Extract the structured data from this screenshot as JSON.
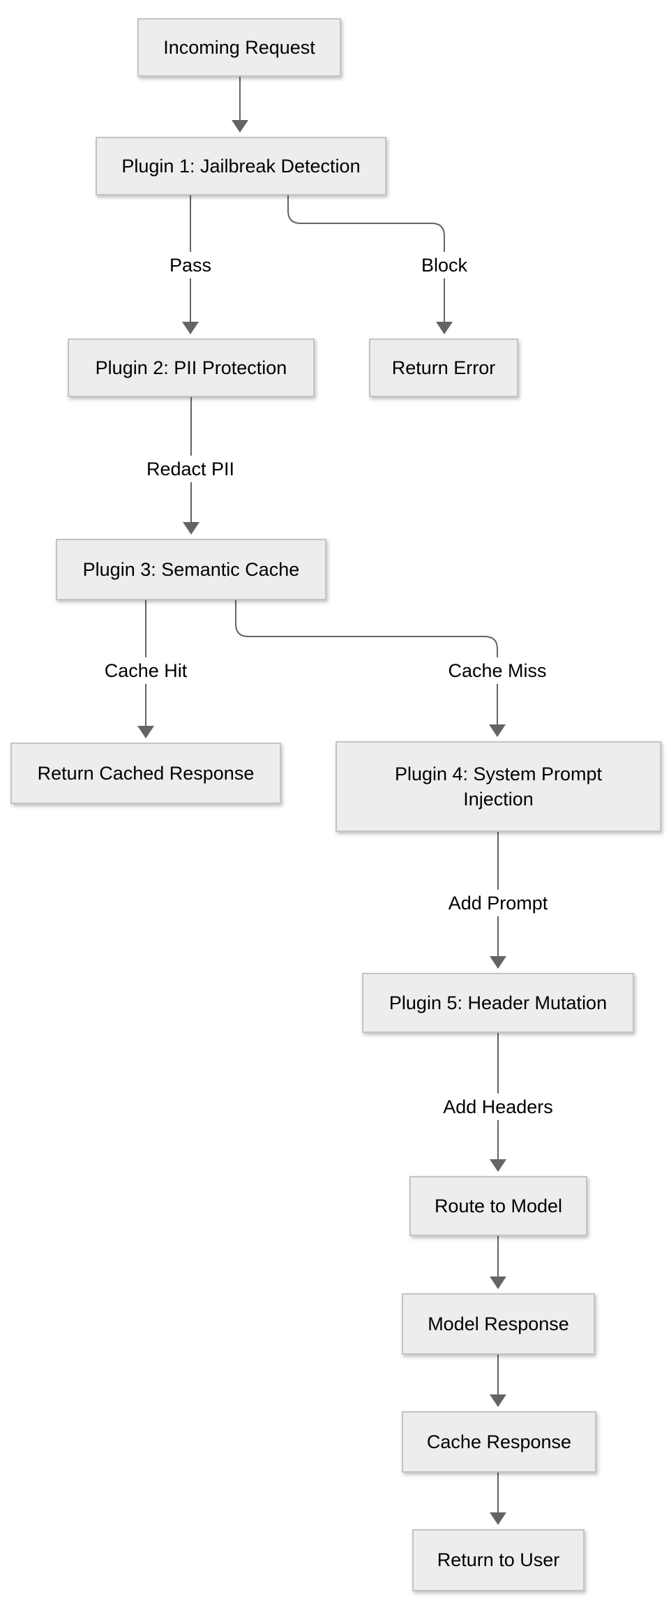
{
  "diagram": {
    "type": "flowchart",
    "direction": "top-down",
    "nodes": [
      {
        "id": "incoming",
        "label": "Incoming Request"
      },
      {
        "id": "plugin1",
        "label": "Plugin 1: Jailbreak Detection"
      },
      {
        "id": "plugin2",
        "label": "Plugin 2: PII Protection"
      },
      {
        "id": "return_error",
        "label": "Return Error"
      },
      {
        "id": "plugin3",
        "label": "Plugin 3: Semantic Cache"
      },
      {
        "id": "return_cached",
        "label": "Return Cached Response"
      },
      {
        "id": "plugin4",
        "label": "Plugin 4: System Prompt Injection"
      },
      {
        "id": "plugin5",
        "label": "Plugin 5: Header Mutation"
      },
      {
        "id": "route",
        "label": "Route to Model"
      },
      {
        "id": "model_response",
        "label": "Model Response"
      },
      {
        "id": "cache_response",
        "label": "Cache Response"
      },
      {
        "id": "return_user",
        "label": "Return to User"
      }
    ],
    "edges": [
      {
        "from": "incoming",
        "to": "plugin1",
        "label": ""
      },
      {
        "from": "plugin1",
        "to": "plugin2",
        "label": "Pass"
      },
      {
        "from": "plugin1",
        "to": "return_error",
        "label": "Block"
      },
      {
        "from": "plugin2",
        "to": "plugin3",
        "label": "Redact PII"
      },
      {
        "from": "plugin3",
        "to": "return_cached",
        "label": "Cache Hit"
      },
      {
        "from": "plugin3",
        "to": "plugin4",
        "label": "Cache Miss"
      },
      {
        "from": "plugin4",
        "to": "plugin5",
        "label": "Add Prompt"
      },
      {
        "from": "plugin5",
        "to": "route",
        "label": "Add Headers"
      },
      {
        "from": "route",
        "to": "model_response",
        "label": ""
      },
      {
        "from": "model_response",
        "to": "cache_response",
        "label": ""
      },
      {
        "from": "cache_response",
        "to": "return_user",
        "label": ""
      }
    ]
  },
  "theme": {
    "node-fill": "#ededed",
    "node-border": "#c4c4c4",
    "edge-color": "#646464",
    "text-color": "#000000",
    "label-bg": "#ffffff",
    "background": "#ffffff"
  }
}
